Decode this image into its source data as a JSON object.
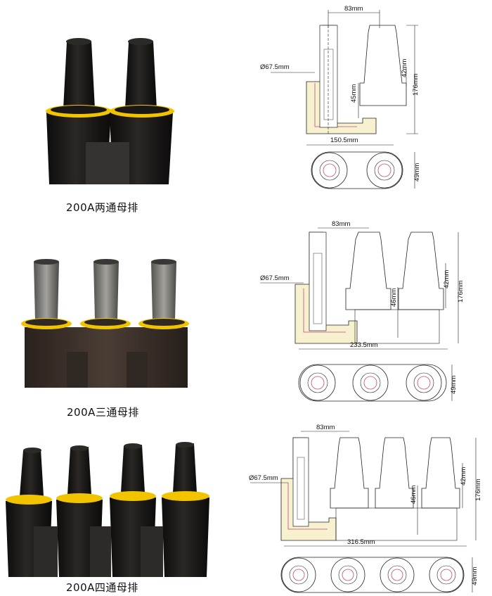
{
  "colors": {
    "rubber_black": "#1a1816",
    "rubber_brown": "#3a302a",
    "grey_bushing": "#7d7b77",
    "yellow_ring": "#f2c400",
    "cream_fill": "#f7f1cf",
    "accent_pink": "#c04a7a"
  },
  "products": [
    {
      "caption": "200A两通母排",
      "dims": {
        "pitch": "83mm",
        "diameter": "Ø67.5mm",
        "height_upper": "42mm",
        "height_total": "176mm",
        "depth": "45mm",
        "width": "150.5mm",
        "base": "49mm"
      }
    },
    {
      "caption": "200A三通母排",
      "dims": {
        "pitch": "83mm",
        "diameter": "Ø67.5mm",
        "height_upper": "42mm",
        "height_total": "176mm",
        "depth": "46mm",
        "width": "233.5mm",
        "base": "49mm"
      }
    },
    {
      "caption": "200A四通母排",
      "dims": {
        "pitch": "83mm",
        "diameter": "Ø67.5mm",
        "height_upper": "42mm",
        "height_total": "176mm",
        "depth": "46mm",
        "width": "316.5mm",
        "base": "49mm"
      }
    }
  ]
}
